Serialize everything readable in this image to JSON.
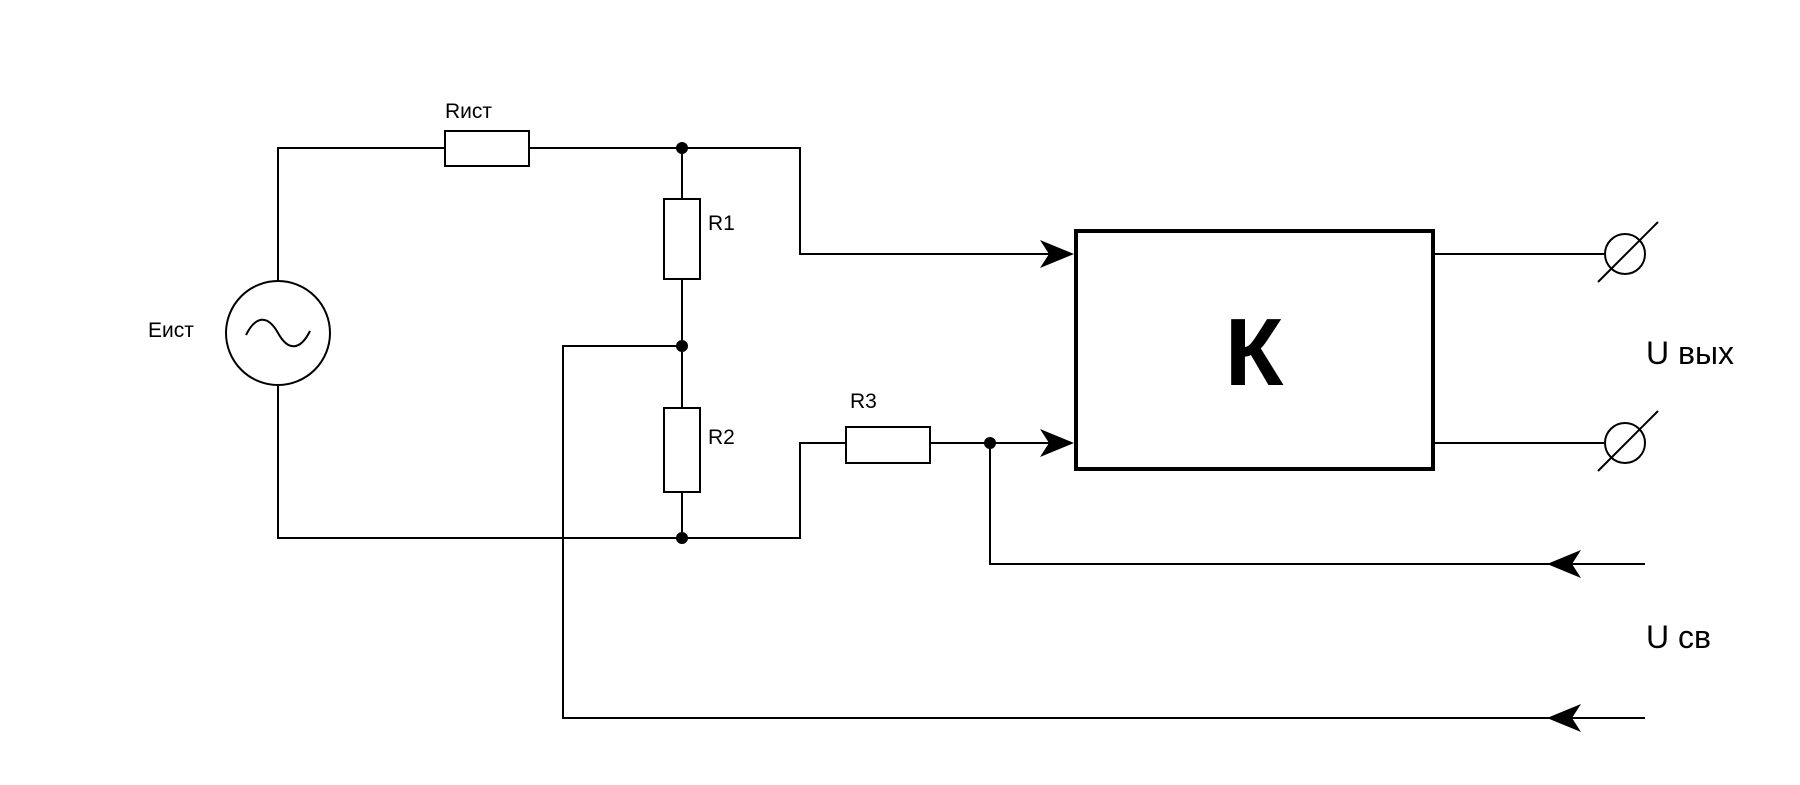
{
  "diagram": {
    "source": {
      "label": "Еист"
    },
    "source_resistor": {
      "label": "Rист"
    },
    "r1": {
      "label": "R1"
    },
    "r2": {
      "label": "R2"
    },
    "r3": {
      "label": "R3"
    },
    "amplifier": {
      "label": "К"
    },
    "output_voltage": {
      "label": "U вых"
    },
    "feedback_voltage": {
      "label": "U св"
    }
  }
}
